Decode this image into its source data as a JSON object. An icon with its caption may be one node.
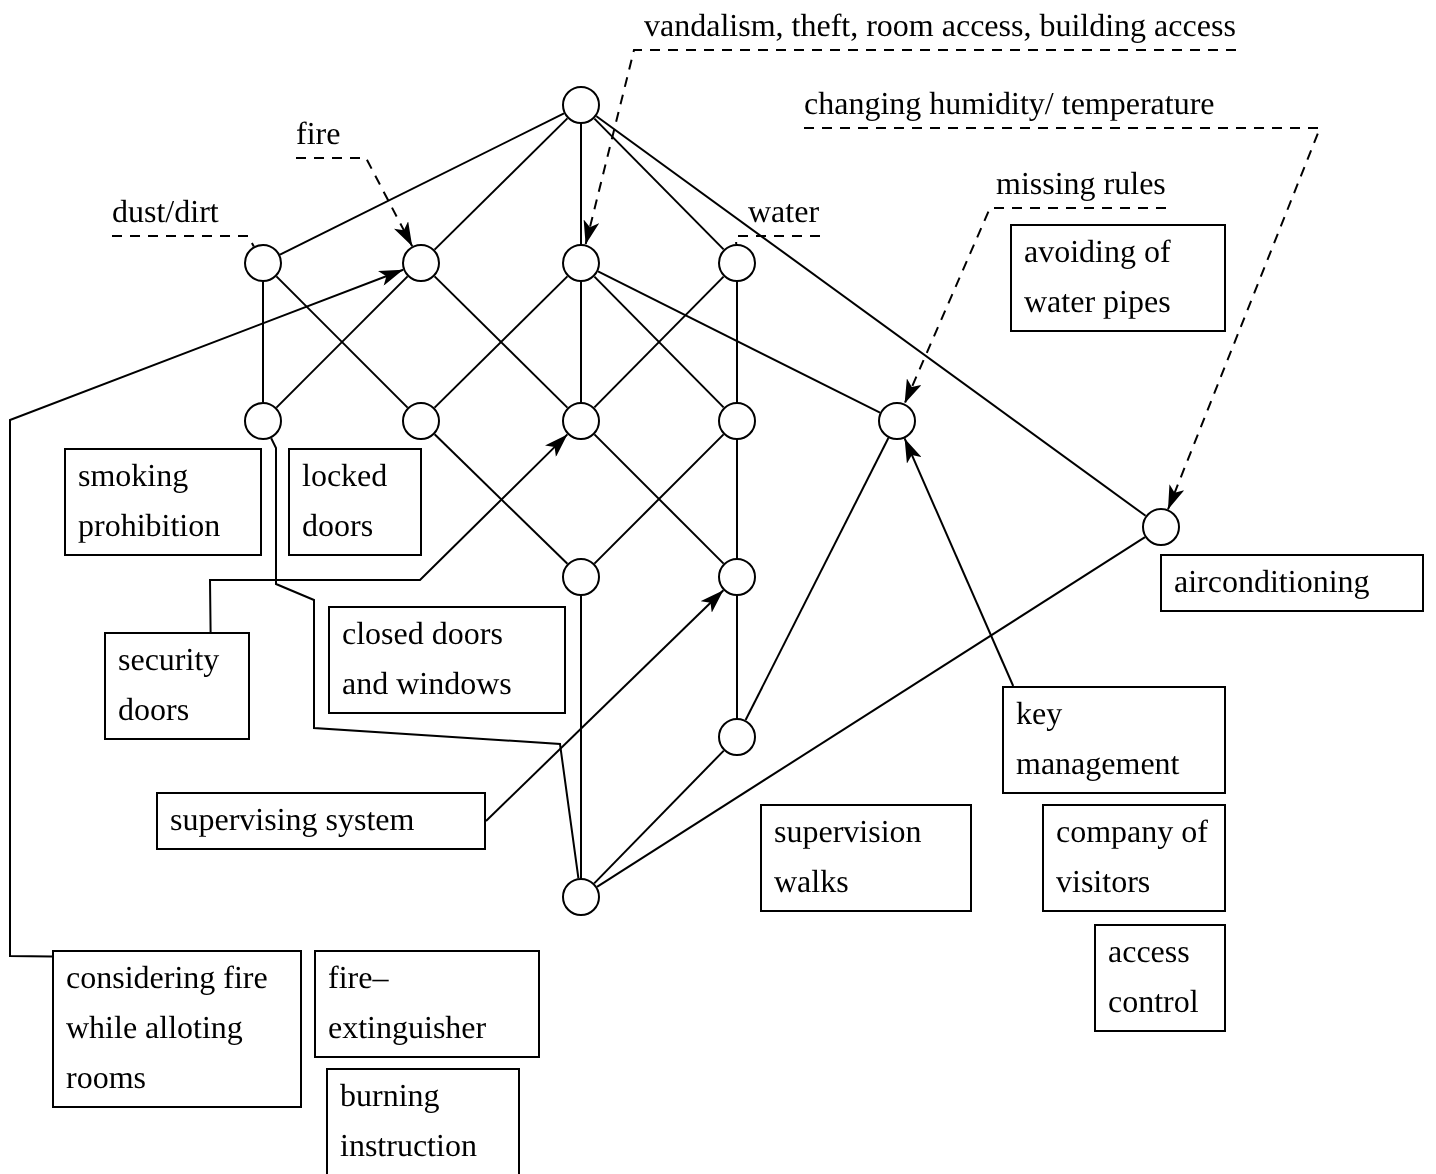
{
  "diagram": {
    "nodes": [
      {
        "text": [
          "vandalism, theft, room access, building access"
        ]
      },
      {
        "text": [],
        "shape": "circle"
      },
      {
        "text": [
          "changing humidity/ temperature"
        ]
      },
      {
        "text": [
          "fire"
        ]
      },
      {
        "text": [
          "missing rules"
        ]
      },
      {
        "text": [
          "dust/dirt"
        ]
      },
      {
        "text": [
          "water"
        ]
      },
      {
        "text": [],
        "shape": "circle"
      },
      {
        "text": [],
        "shape": "circle"
      },
      {
        "text": [],
        "shape": "circle"
      },
      {
        "text": [],
        "shape": "circle"
      },
      {
        "text": [
          "avoiding of water pipes"
        ]
      },
      {
        "text": [],
        "shape": "circle"
      },
      {
        "text": [],
        "shape": "circle"
      },
      {
        "text": [],
        "shape": "circle"
      },
      {
        "text": [],
        "shape": "circle"
      },
      {
        "text": [],
        "shape": "circle"
      },
      {
        "text": [
          "smoking prohibition"
        ]
      },
      {
        "text": [
          "locked doors"
        ]
      },
      {
        "text": [],
        "shape": "circle"
      },
      {
        "text": [
          "airconditioning"
        ]
      },
      {
        "text": [],
        "shape": "circle"
      },
      {
        "text": [],
        "shape": "circle"
      },
      {
        "text": [
          "security doors"
        ]
      },
      {
        "text": [
          "closed doors and windows"
        ]
      },
      {
        "text": [],
        "shape": "circle"
      },
      {
        "text": [
          "key management"
        ]
      },
      {
        "text": [
          "supervising system"
        ]
      },
      {
        "text": [
          "supervision walks"
        ]
      },
      {
        "text": [
          "company of visitors"
        ]
      },
      {
        "text": [],
        "shape": "circle"
      },
      {
        "text": [
          "access control"
        ]
      },
      {
        "text": [
          "considering fire while alloting rooms"
        ]
      },
      {
        "text": [
          "fire– extinguisher"
        ]
      },
      {
        "text": [
          "burning instruction"
        ]
      }
    ],
    "edges": [
      {
        "from": 1,
        "to": 7,
        "arrow": "none"
      },
      {
        "from": 1,
        "to": 8,
        "arrow": "none"
      },
      {
        "from": 1,
        "to": 9,
        "arrow": "none"
      },
      {
        "from": 1,
        "to": 10,
        "arrow": "none"
      },
      {
        "from": 1,
        "to": 19,
        "arrow": "none"
      },
      {
        "from": 7,
        "to": 12,
        "arrow": "none"
      },
      {
        "from": 7,
        "to": 13,
        "arrow": "none"
      },
      {
        "from": 8,
        "to": 12,
        "arrow": "none"
      },
      {
        "from": 8,
        "to": 14,
        "arrow": "none"
      },
      {
        "from": 9,
        "to": 13,
        "arrow": "none"
      },
      {
        "from": 9,
        "to": 14,
        "arrow": "none"
      },
      {
        "from": 9,
        "to": 15,
        "arrow": "none"
      },
      {
        "from": 9,
        "to": 16,
        "arrow": "none"
      },
      {
        "from": 10,
        "to": 14,
        "arrow": "none"
      },
      {
        "from": 10,
        "to": 15,
        "arrow": "none"
      },
      {
        "from": 12,
        "to": 30,
        "arrow": "none"
      },
      {
        "from": 13,
        "to": 21,
        "arrow": "none"
      },
      {
        "from": 14,
        "to": 22,
        "arrow": "none"
      },
      {
        "from": 15,
        "to": 21,
        "arrow": "none"
      },
      {
        "from": 15,
        "to": 22,
        "arrow": "none"
      },
      {
        "from": 16,
        "to": 25,
        "arrow": "none"
      },
      {
        "from": 19,
        "to": 30,
        "arrow": "none"
      },
      {
        "from": 21,
        "to": 30,
        "arrow": "none"
      },
      {
        "from": 22,
        "to": 25,
        "arrow": "none"
      },
      {
        "from": 25,
        "to": 30,
        "arrow": "none"
      },
      {
        "from": 5,
        "to": 7,
        "arrow": "none",
        "style": "dashed"
      },
      {
        "from": 3,
        "to": 8,
        "arrow": "to",
        "style": "dashed"
      },
      {
        "from": 0,
        "to": 9,
        "arrow": "to",
        "style": "dashed"
      },
      {
        "from": 6,
        "to": 10,
        "arrow": "none",
        "style": "dashed"
      },
      {
        "from": 2,
        "to": 19,
        "arrow": "to",
        "style": "dashed"
      },
      {
        "from": 4,
        "to": 16,
        "arrow": "to",
        "style": "dashed"
      },
      {
        "from": 32,
        "to": 8,
        "arrow": "to"
      },
      {
        "from": 23,
        "to": 14,
        "arrow": "to"
      },
      {
        "from": 27,
        "to": 22,
        "arrow": "to"
      },
      {
        "from": 26,
        "to": 16,
        "arrow": "to"
      }
    ]
  }
}
